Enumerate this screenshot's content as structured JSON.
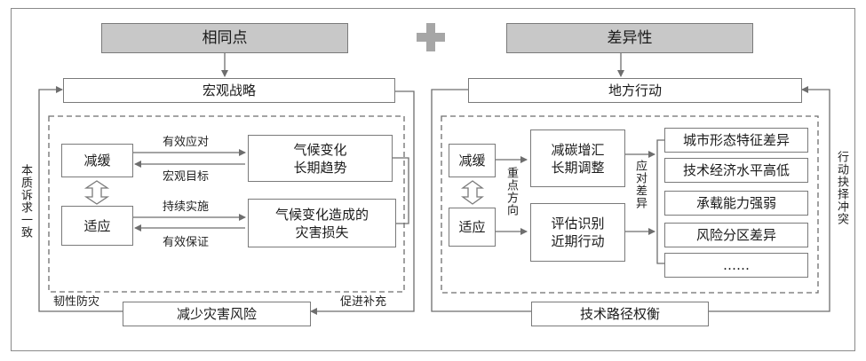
{
  "left": {
    "header": "相同点",
    "top_box": "宏观战略",
    "bottom_box": "减少灾害风险",
    "mitigation": "减缓",
    "adaptation": "适应",
    "trend_line1": "气候变化",
    "trend_line2": "长期趋势",
    "risk_line1": "气候变化造成的",
    "risk_line2": "灾害损失",
    "arrow_effective_response": "有效应对",
    "arrow_macro_goal": "宏观目标",
    "arrow_continuous_impl": "持续实施",
    "arrow_effective_guarantee": "有效保证",
    "side_label": "本质诉求一致",
    "resilience_label": "韧性防灾",
    "promote_label": "促进补充"
  },
  "plus_icon": "plus-icon",
  "right": {
    "header": "差异性",
    "top_box": "地方行动",
    "bottom_box": "技术路径权衡",
    "mitigation": "减缓",
    "adaptation": "适应",
    "carbon_line1": "减碳增汇",
    "carbon_line2": "长期调整",
    "assess_line1": "评估识别",
    "assess_line2": "近期行动",
    "focus_label": "重点方向",
    "respond_label": "应对差异",
    "side_label": "行动抉择冲突",
    "differences": [
      "城市形态特征差异",
      "技术经济水平高低",
      "承载能力强弱",
      "风险分区差异",
      "……"
    ]
  },
  "colors": {
    "border": "#7a7a7a",
    "header_fill": "#c8c8c8",
    "plus": "#a6a6a6",
    "arrow": "#6e6e6e"
  }
}
